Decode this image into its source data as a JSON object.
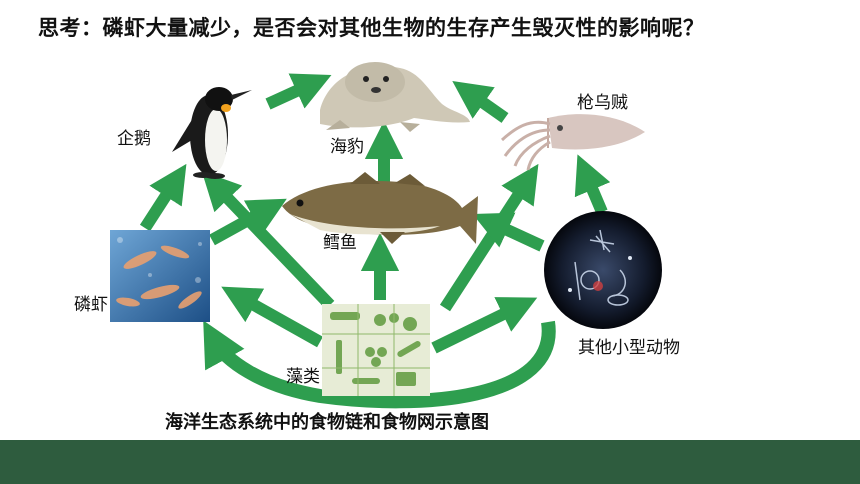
{
  "title": "思考：磷虾大量减少，是否会对其他生物的生存产生毁灭性的影响呢？",
  "caption": "海洋生态系统中的食物链和食物网示意图",
  "organisms": {
    "penguin": "企鹅",
    "seal": "海豹",
    "squid": "枪乌贼",
    "cod": "鳕鱼",
    "krill": "磷虾",
    "algae": "藻类",
    "small_animals": "其他小型动物"
  },
  "colors": {
    "arrow": "#2e9e4f",
    "footer": "#2e5c3e"
  }
}
